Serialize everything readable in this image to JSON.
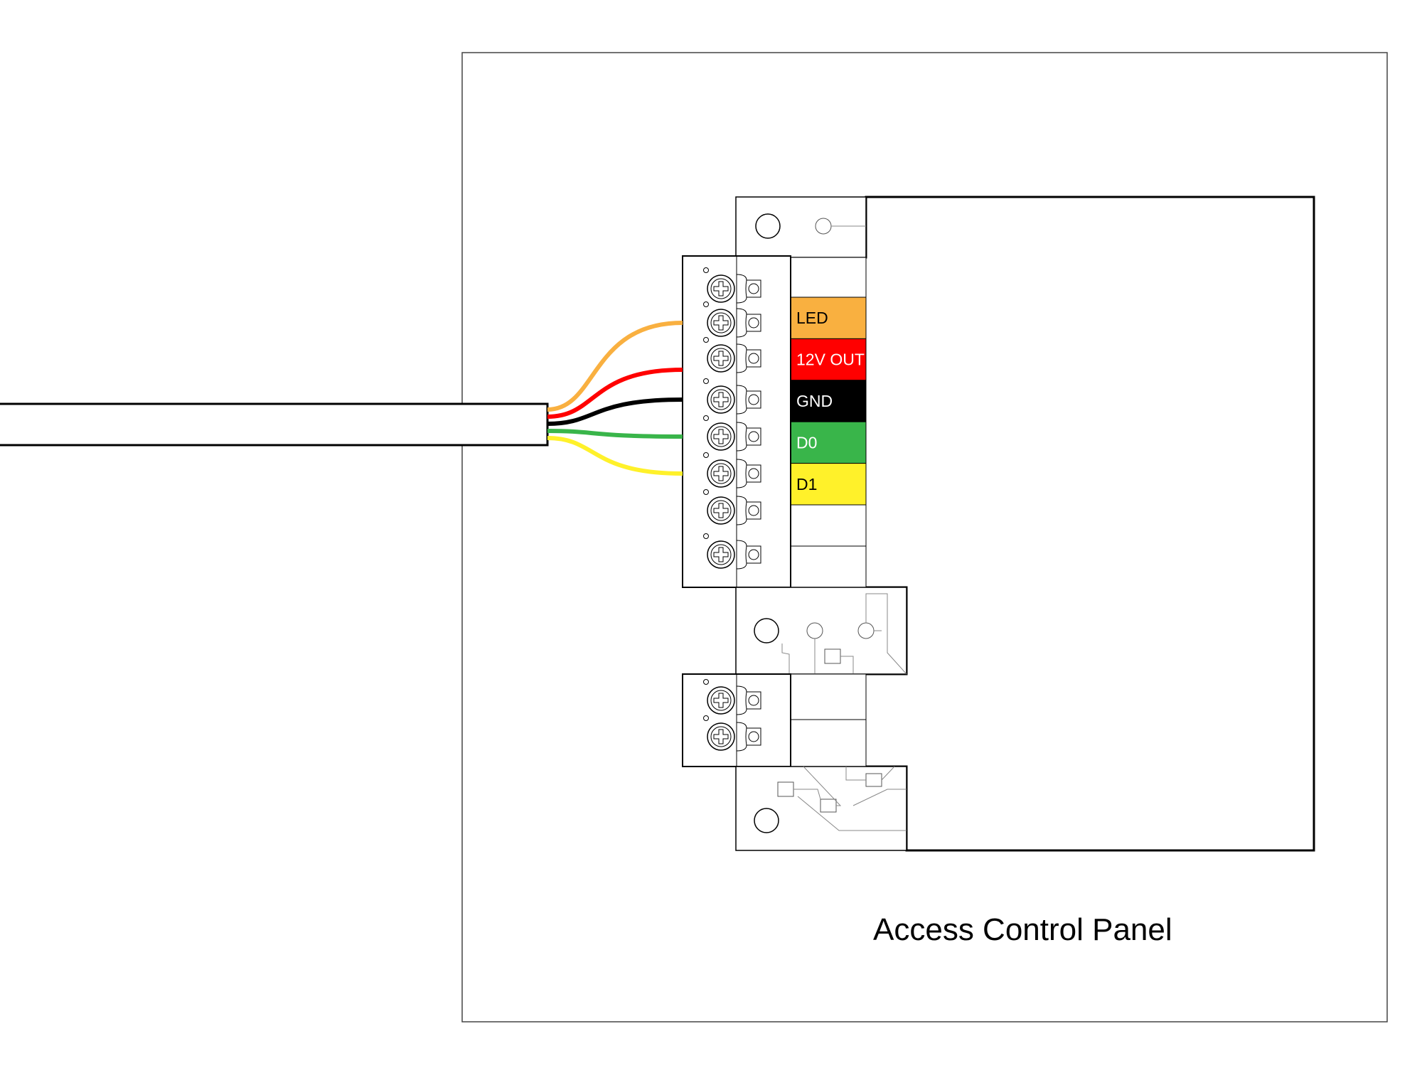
{
  "panel": {
    "title": "Access Control Panel"
  },
  "terminals": [
    {
      "label": "LED",
      "color": "#F9B040",
      "text_color": "#000000"
    },
    {
      "label": "12V OUT",
      "color": "#FF0000",
      "text_color": "#FFFFFF"
    },
    {
      "label": "GND",
      "color": "#000000",
      "text_color": "#FFFFFF"
    },
    {
      "label": "D0",
      "color": "#39B54A",
      "text_color": "#FFFFFF"
    },
    {
      "label": "D1",
      "color": "#FFF12A",
      "text_color": "#000000"
    }
  ],
  "wires": [
    {
      "name": "LED",
      "color": "#F9B040"
    },
    {
      "name": "12V OUT",
      "color": "#FF0000"
    },
    {
      "name": "GND",
      "color": "#000000"
    },
    {
      "name": "D0",
      "color": "#39B54A"
    },
    {
      "name": "D1",
      "color": "#FFF12A"
    }
  ]
}
